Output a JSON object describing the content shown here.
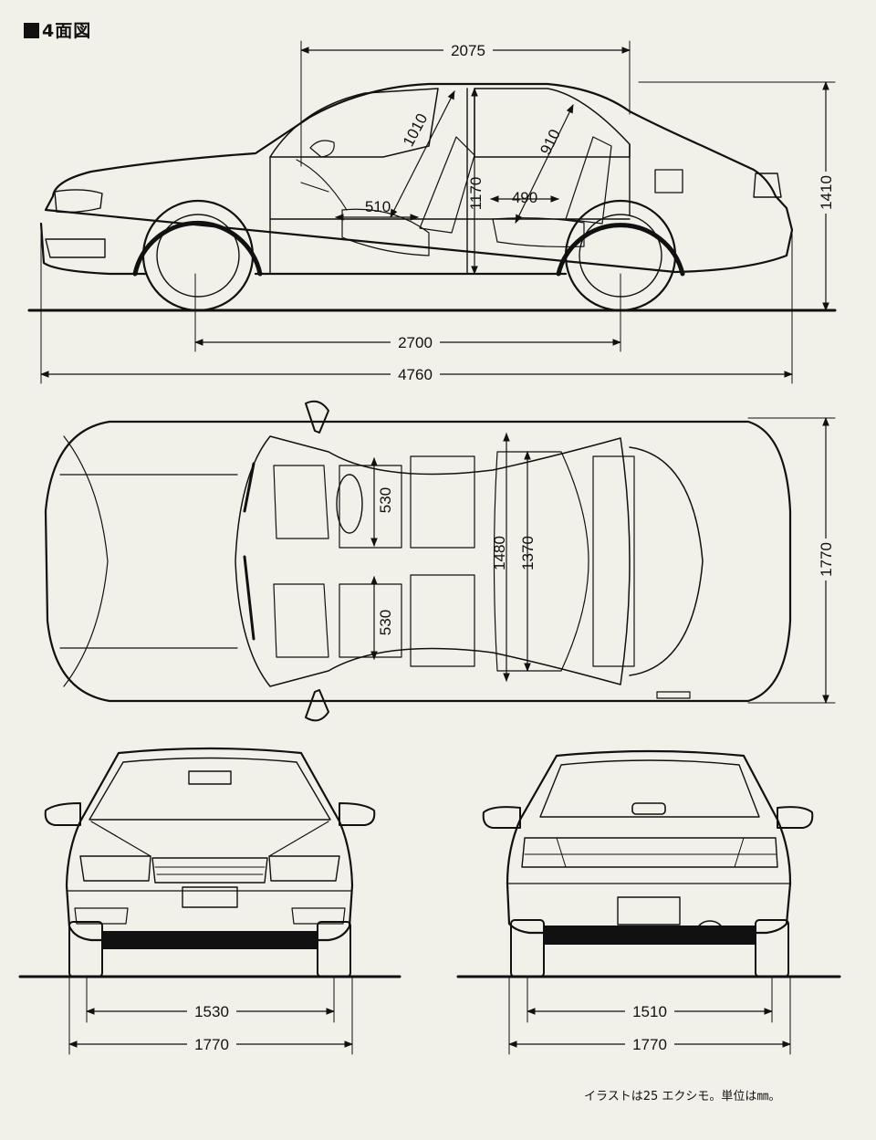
{
  "header": {
    "title": "4面図"
  },
  "dimensions": {
    "side": {
      "greenhouse": "2075",
      "front_headroom": "1010",
      "rear_headroom": "910",
      "front_seat": "510",
      "interior_height": "1170",
      "rear_seat": "490",
      "height": "1410",
      "wheelbase": "2700",
      "length": "4760"
    },
    "top": {
      "front_seat_width_left": "530",
      "front_seat_width_right": "530",
      "interior_width": "1480",
      "shoulder_width": "1370",
      "width": "1770"
    },
    "front": {
      "track": "1530",
      "width": "1770"
    },
    "rear": {
      "track": "1510",
      "width": "1770"
    }
  },
  "footer": {
    "credit": "イラストは25 エクシモ。単位は㎜。"
  },
  "colors": {
    "paper": "#f1f0e9",
    "ink": "#111111"
  }
}
